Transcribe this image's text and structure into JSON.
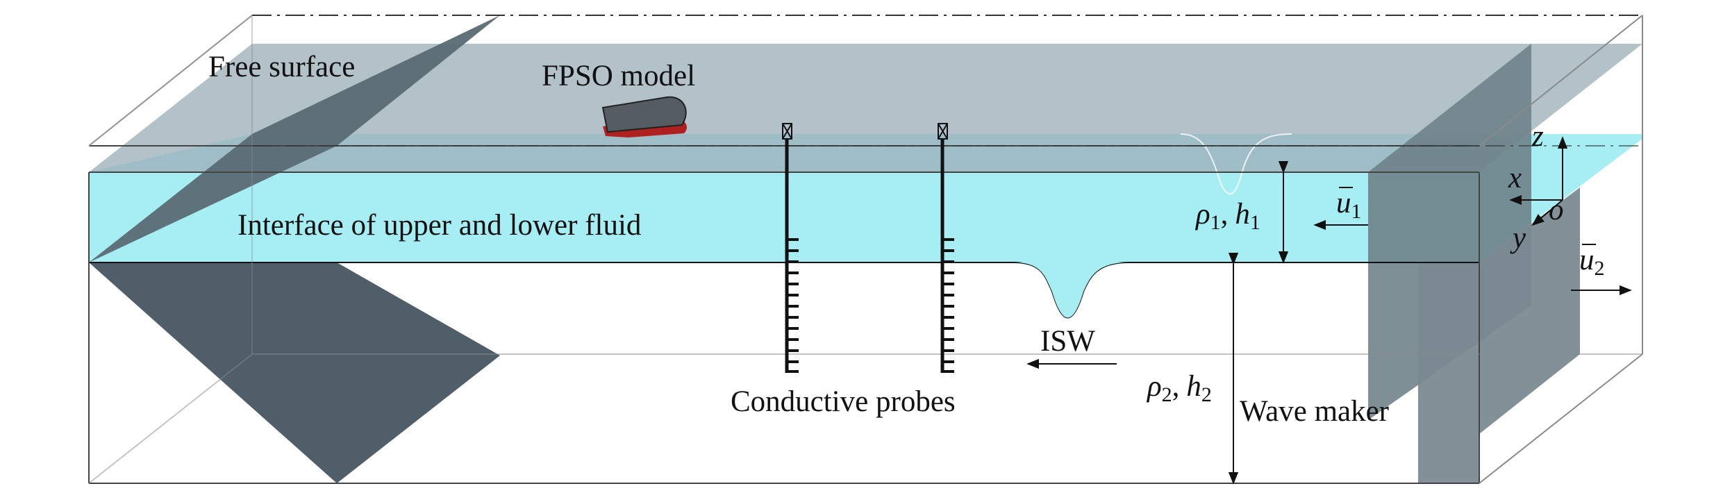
{
  "labels": {
    "free_surface": "Free surface",
    "fpso_model": "FPSO model",
    "interface": "Interface of upper and lower fluid",
    "isw": "ISW",
    "conductive_probes": "Conductive probes",
    "wave_maker": "Wave maker"
  },
  "symbols": {
    "rho": "ρ",
    "h": "h",
    "u": "u",
    "sub1": "1",
    "sub2": "2",
    "comma": ",",
    "axis_x": "x",
    "axis_y": "y",
    "axis_z": "z",
    "origin": "o"
  },
  "colors": {
    "upper_fluid": "#a6eef4",
    "free_surface_plane": "#9eb0b8",
    "beach_slope": "#4f5e68",
    "wave_maker": "#6d7f88",
    "ship_hull": "#555c62",
    "ship_bottom": "#b02020",
    "line": "#111111",
    "frame": "#8a8a8a"
  }
}
